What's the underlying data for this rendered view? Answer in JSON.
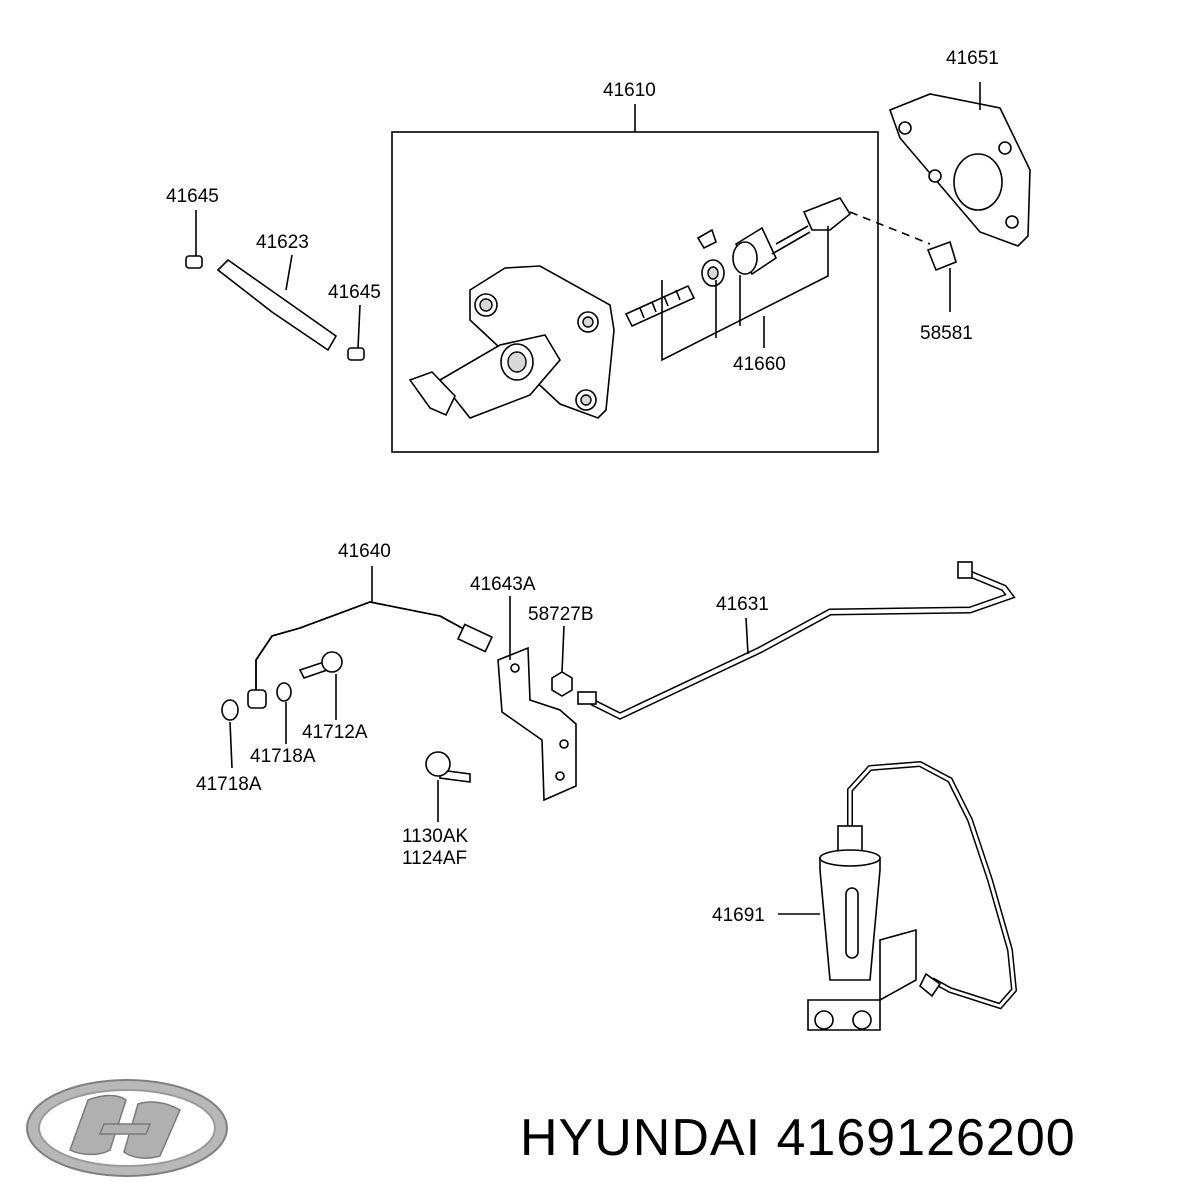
{
  "labels": {
    "p41610": "41610",
    "p41651": "41651",
    "p41645a": "41645",
    "p41623": "41623",
    "p41645b": "41645",
    "p41660": "41660",
    "p58581": "58581",
    "p41640": "41640",
    "p41643A": "41643A",
    "p58727B": "58727B",
    "p41631": "41631",
    "p41712A": "41712A",
    "p41718Aa": "41718A",
    "p41718Ab": "41718A",
    "p1130AK": "1130AK",
    "p1124AF": "1124AF",
    "p41691": "41691"
  },
  "footer": {
    "brand": "HYUNDAI",
    "part_number": "4169126200"
  }
}
